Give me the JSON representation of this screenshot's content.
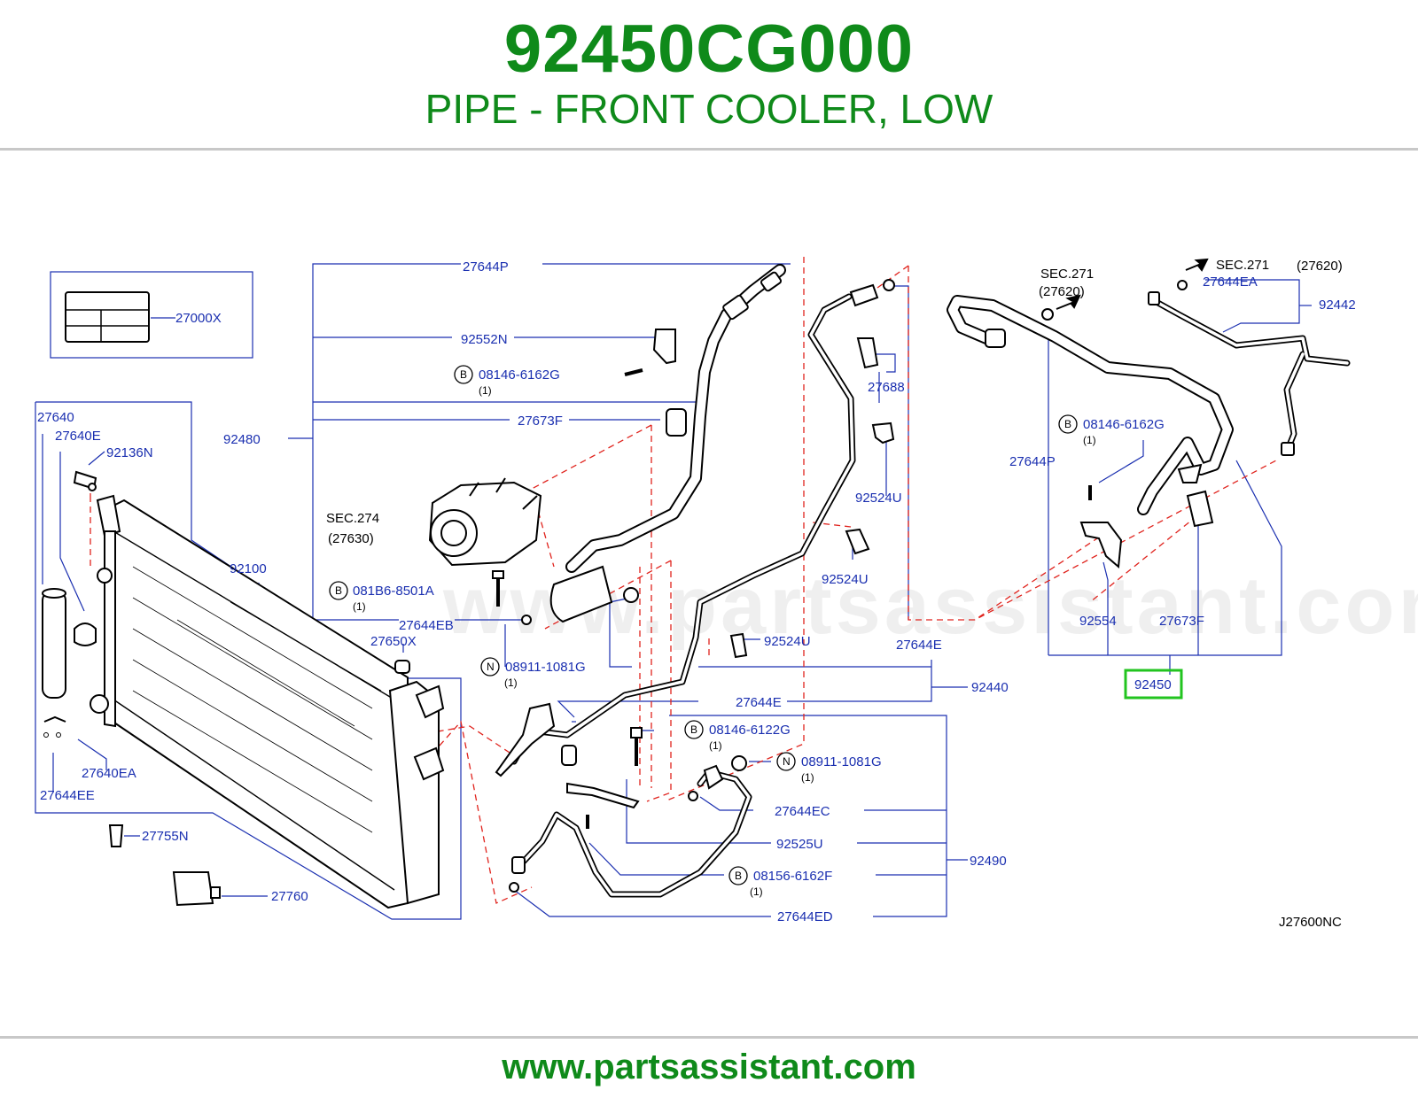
{
  "header": {
    "part_number": "92450CG000",
    "part_description": "PIPE - FRONT COOLER, LOW"
  },
  "diagram": {
    "figure_code": "J27600NC",
    "watermark": "www.partsassistant.com",
    "highlighted_part": "92450",
    "callouts": {
      "c27644P_top": "27644P",
      "c92552N": "92552N",
      "c08146_6162G_a": "08146-6162G",
      "c27673F_a": "27673F",
      "c92480": "92480",
      "c27000X": "27000X",
      "c27640": "27640",
      "c27640E": "27640E",
      "c92136N": "92136N",
      "c92100": "92100",
      "c081B6": "081B6-8501A",
      "c27644EB": "27644EB",
      "c27650X": "27650X",
      "c08911_a": "08911-1081G",
      "c27644E_a": "27644E",
      "c27644E_b": "27644E",
      "c92440": "92440",
      "c08146_6122G": "08146-6122G",
      "c08911_b": "08911-1081G",
      "c27644EC": "27644EC",
      "c92525U": "92525U",
      "c08156_6162F": "08156-6162F",
      "c92490": "92490",
      "c27644ED": "27644ED",
      "c27640EA": "27640EA",
      "c27644EE": "27644EE",
      "c27755N": "27755N",
      "c27760": "27760",
      "c27688": "27688",
      "c92524U_a": "92524U",
      "c92524U_b": "92524U",
      "c92524U_c": "92524U",
      "c08146_6162G_b": "08146-6162G",
      "c27644P_right": "27644P",
      "c27644EA": "27644EA",
      "c92442": "92442",
      "c92554": "92554",
      "c27673F_b": "27673F",
      "c92450": "92450"
    },
    "sections": {
      "sec274": "SEC.274",
      "sec274_ref": "(27630)",
      "sec271_a": "SEC.271",
      "sec271_a_ref": "(27620)",
      "sec271_b": "SEC.271",
      "sec271_b_ref": "(27620)"
    },
    "qty_marks": {
      "q1": "(1)",
      "q2": "(1)",
      "q3": "(1)",
      "q4": "(1)",
      "q5": "(1)",
      "q6": "(1)",
      "q7": "(1)"
    },
    "badges": {
      "b1": "B",
      "b2": "B",
      "b3": "N",
      "b4": "B",
      "b5": "N",
      "b6": "B",
      "b7": "B"
    },
    "colors": {
      "callout_text": "#1a2fb0",
      "leader_dashed": "#e0231d",
      "title_green": "#0f8a1a",
      "highlight_box": "#22c41f"
    }
  },
  "footer": {
    "url": "www.partsassistant.com"
  }
}
